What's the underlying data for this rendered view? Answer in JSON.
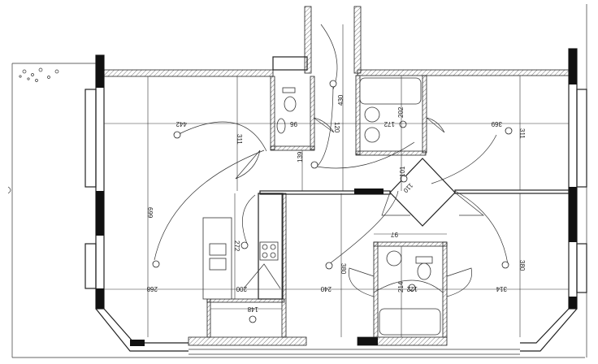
{
  "plan": {
    "dimensions": {
      "living_width": "442",
      "living_depth": "311",
      "left_total": "699",
      "wc_width": "96",
      "hall_width": "120",
      "hall_length": "430",
      "hall_lower": "139",
      "bath_depth": "202",
      "bath_width": "172",
      "bedroom_width": "369",
      "bedroom_depth": "311",
      "closet_depth": "101",
      "diag_door": "110",
      "kitchen_length": "272",
      "kitchen_width": "268",
      "pantry": "200",
      "utility": "148",
      "room_width": "240",
      "room_depth": "380",
      "bath2_offset": "97",
      "bath2_depth": "214",
      "bath2_width": "122",
      "bedroom2_width": "314",
      "bedroom2_depth": "380"
    }
  }
}
